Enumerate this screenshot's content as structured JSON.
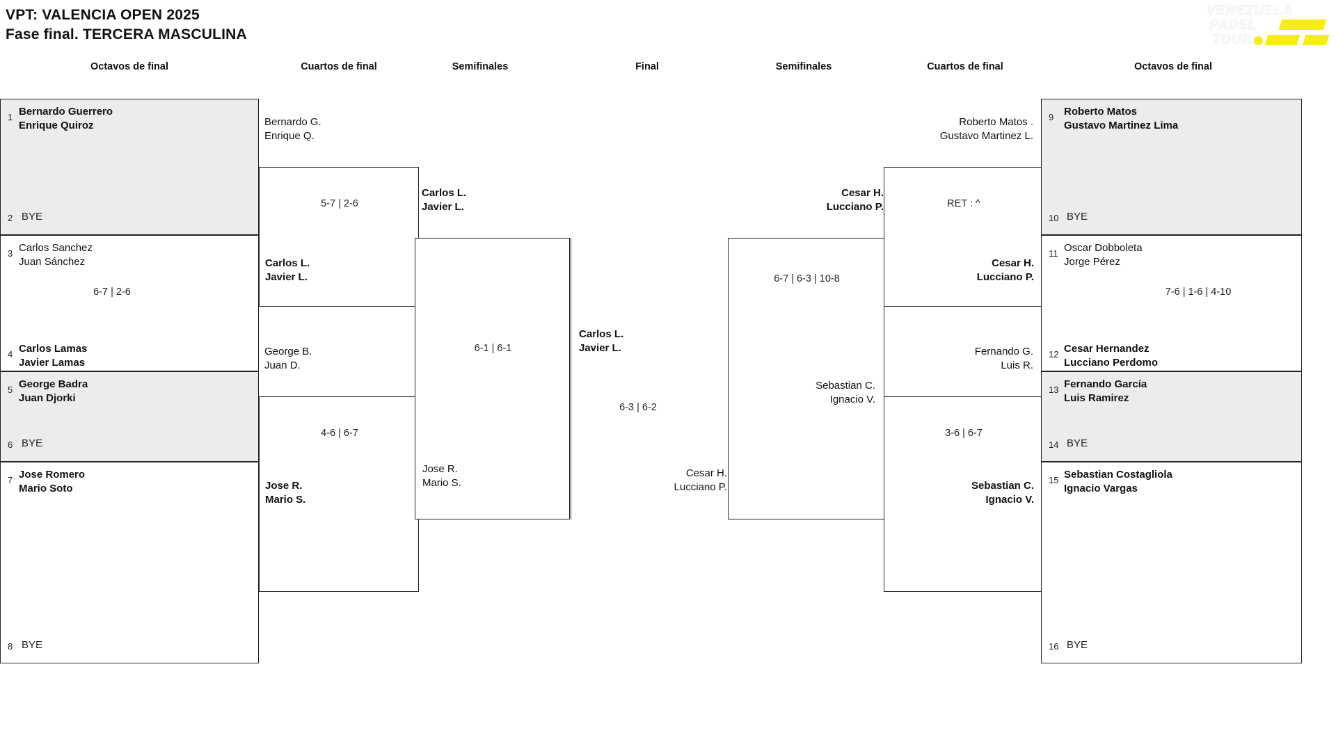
{
  "header": {
    "title_line1": "VPT: VALENCIA OPEN 2025",
    "title_line2": "Fase final. TERCERA MASCULINA"
  },
  "logo": {
    "line1": "VENEZUELA",
    "line2": "PADEL",
    "line3": "TOUR.",
    "accent_color": "#f7ec16"
  },
  "round_headers": {
    "left_r16": "Octavos de final",
    "left_qf": "Cuartos de final",
    "left_sf": "Semifinales",
    "final": "Final",
    "right_sf": "Semifinales",
    "right_qf": "Cuartos de final",
    "right_r16": "Octavos de final"
  },
  "left": {
    "r16": [
      {
        "seed": "1",
        "p1": "Bernardo Guerrero",
        "p2": "Enrique Quiroz",
        "winner": true,
        "bye": false,
        "shaded": true
      },
      {
        "seed": "2",
        "p1": "BYE",
        "p2": "",
        "winner": false,
        "bye": true,
        "shaded": true
      },
      {
        "seed": "3",
        "p1": "Carlos Sanchez",
        "p2": "Juan Sánchez",
        "winner": false,
        "bye": false,
        "shaded": false
      },
      {
        "seed": "4",
        "p1": "Carlos Lamas",
        "p2": "Javier Lamas",
        "winner": true,
        "bye": false,
        "shaded": false
      },
      {
        "seed": "5",
        "p1": "George Badra",
        "p2": "Juan Djorki",
        "winner": true,
        "bye": false,
        "shaded": true
      },
      {
        "seed": "6",
        "p1": "BYE",
        "p2": "",
        "winner": false,
        "bye": true,
        "shaded": true
      },
      {
        "seed": "7",
        "p1": "Jose Romero",
        "p2": "Mario Soto",
        "winner": true,
        "bye": false,
        "shaded": false
      },
      {
        "seed": "8",
        "p1": "BYE",
        "p2": "",
        "winner": false,
        "bye": true,
        "shaded": false
      }
    ],
    "r16_scores": [
      "",
      "6-7 | 2-6",
      "",
      ""
    ],
    "qf": [
      {
        "p1": "Bernardo G.",
        "p2": "Enrique Q.",
        "winner": false
      },
      {
        "p1": "Carlos L.",
        "p2": "Javier L.",
        "winner": true
      },
      {
        "p1": "George B.",
        "p2": "Juan D.",
        "winner": false
      },
      {
        "p1": "Jose R.",
        "p2": "Mario S.",
        "winner": true
      }
    ],
    "qf_scores": [
      "5-7 | 2-6",
      "4-6 | 6-7"
    ],
    "sf": [
      {
        "p1": "Carlos L.",
        "p2": "Javier L.",
        "winner": true
      },
      {
        "p1": "Jose R.",
        "p2": "Mario S.",
        "winner": false
      }
    ],
    "sf_score": "6-1 | 6-1"
  },
  "final": {
    "top": {
      "p1": "Carlos L.",
      "p2": "Javier L.",
      "winner": true
    },
    "bottom": {
      "p1": "Cesar H.",
      "p2": "Lucciano P.",
      "winner": false
    },
    "score": "6-3 | 6-2"
  },
  "right": {
    "sf": [
      {
        "p1": "Cesar H.",
        "p2": "Lucciano P.",
        "winner": true
      },
      {
        "p1": "Sebastian C.",
        "p2": "Ignacio V.",
        "winner": false
      }
    ],
    "sf_score": "6-7 | 6-3 | 10-8",
    "qf": [
      {
        "p1": "Roberto Matos .",
        "p2": "Gustavo Martinez L.",
        "winner": false
      },
      {
        "p1": "Cesar H.",
        "p2": "Lucciano P.",
        "winner": true
      },
      {
        "p1": "Fernando G.",
        "p2": "Luis R.",
        "winner": false
      },
      {
        "p1": "Sebastian C.",
        "p2": "Ignacio V.",
        "winner": true
      }
    ],
    "qf_scores": [
      "RET : ^",
      "3-6 | 6-7"
    ],
    "r16": [
      {
        "seed": "9",
        "p1": "Roberto Matos",
        "p2": "Gustavo Martinez Lima",
        "winner": true,
        "bye": false,
        "shaded": true
      },
      {
        "seed": "10",
        "p1": "BYE",
        "p2": "",
        "winner": false,
        "bye": true,
        "shaded": true
      },
      {
        "seed": "11",
        "p1": "Oscar Dobboleta",
        "p2": "Jorge Pérez",
        "winner": false,
        "bye": false,
        "shaded": false
      },
      {
        "seed": "12",
        "p1": "Cesar Hernandez",
        "p2": "Lucciano Perdomo",
        "winner": true,
        "bye": false,
        "shaded": false
      },
      {
        "seed": "13",
        "p1": "Fernando García",
        "p2": "Luis Ramirez",
        "winner": true,
        "bye": false,
        "shaded": true
      },
      {
        "seed": "14",
        "p1": "BYE",
        "p2": "",
        "winner": false,
        "bye": true,
        "shaded": true
      },
      {
        "seed": "15",
        "p1": "Sebastian Costagliola",
        "p2": "Ignacio Vargas",
        "winner": true,
        "bye": false,
        "shaded": false
      },
      {
        "seed": "16",
        "p1": "BYE",
        "p2": "",
        "winner": false,
        "bye": true,
        "shaded": false
      }
    ],
    "r16_scores": [
      "",
      "7-6 | 1-6 | 4-10",
      "",
      ""
    ]
  }
}
